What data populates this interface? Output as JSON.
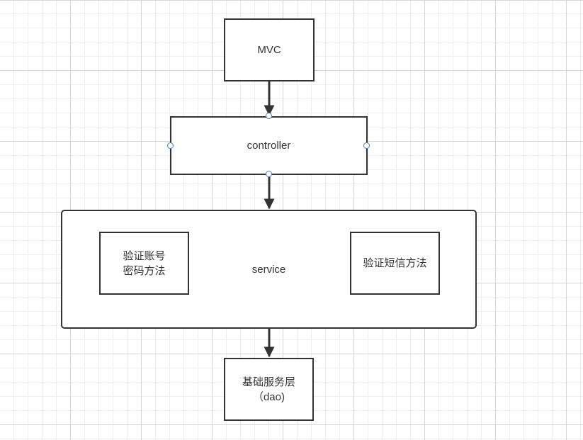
{
  "diagram": {
    "nodes": {
      "mvc": "MVC",
      "controller": "controller",
      "service": "service",
      "account_method": "验证账号\n密码方法",
      "sms_method": "验证短信方法",
      "dao": "基础服务层\n（dao)"
    },
    "edges": [
      {
        "from": "MVC",
        "to": "controller"
      },
      {
        "from": "controller",
        "to": "service"
      },
      {
        "from": "service",
        "to": "dao"
      }
    ],
    "colors": {
      "stroke": "#333333",
      "selection_handle": "#4a7fc1",
      "grid_major": "#d4d4d4",
      "grid_minor": "#efefef"
    }
  }
}
